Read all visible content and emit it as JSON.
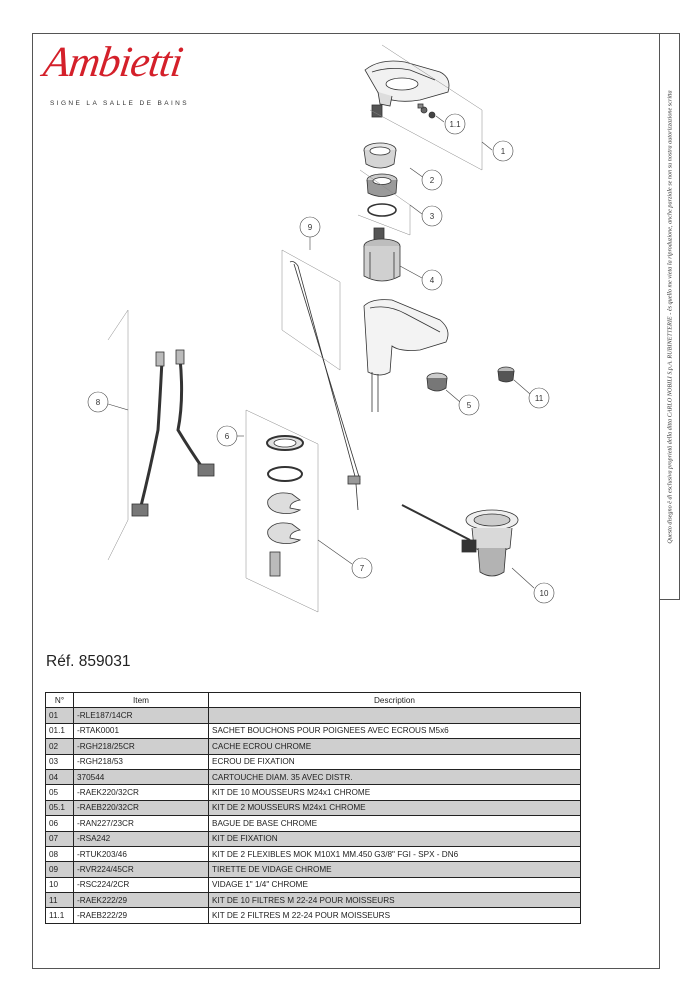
{
  "brand": {
    "name": "Ambietti",
    "tagline": "SIGNE LA SALLE DE BAINS",
    "color": "#d4202a"
  },
  "side_notice": "Questo disegno è di esclusiva proprietà della ditta CARLO NOBILI S.p.A. RUBINETTERIE - ès quello me vieta la riproduzione, anche parziale se non su nostra autorizzazione scritta",
  "reference": "Réf. 859031",
  "callouts": [
    "1",
    "1.1",
    "2",
    "3",
    "4",
    "5",
    "6",
    "7",
    "8",
    "9",
    "10",
    "11"
  ],
  "table": {
    "headers": [
      "N°",
      "Item",
      "Description"
    ],
    "rows": [
      {
        "n": "01",
        "item": "-RLE187/14CR",
        "desc": "",
        "shade": true
      },
      {
        "n": "01.1",
        "item": "-RTAK0001",
        "desc": "SACHET BOUCHONS POUR POIGNEES AVEC ECROUS M5x6",
        "shade": false
      },
      {
        "n": "02",
        "item": "-RGH218/25CR",
        "desc": "CACHE ECROU CHROME",
        "shade": true
      },
      {
        "n": "03",
        "item": "-RGH218/53",
        "desc": "ECROU DE  FIXATION",
        "shade": false
      },
      {
        "n": "04",
        "item": "370544",
        "desc": "CARTOUCHE DIAM. 35 AVEC DISTR.",
        "shade": true
      },
      {
        "n": "05",
        "item": "-RAEK220/32CR",
        "desc": "KIT DE 10 MOUSSEURS M24x1 CHROME",
        "shade": false
      },
      {
        "n": "05.1",
        "item": "-RAEB220/32CR",
        "desc": "KIT DE 2 MOUSSEURS M24x1 CHROME",
        "shade": true
      },
      {
        "n": "06",
        "item": "-RAN227/23CR",
        "desc": "BAGUE DE BASE CHROME",
        "shade": false
      },
      {
        "n": "07",
        "item": "-RSA242",
        "desc": "KIT DE FIXATION",
        "shade": true
      },
      {
        "n": "08",
        "item": "-RTUK203/46",
        "desc": "KIT DE 2  FLEXIBLES MOK M10X1 MM.450 G3/8\" FGI - SPX - DN6",
        "shade": false
      },
      {
        "n": "09",
        "item": "-RVR224/45CR",
        "desc": "TIRETTE DE VIDAGE CHROME",
        "shade": true
      },
      {
        "n": "10",
        "item": "-RSC224/2CR",
        "desc": "VIDAGE 1\" 1/4\"  CHROME",
        "shade": false
      },
      {
        "n": "11",
        "item": "-RAEK222/29",
        "desc": "KIT DE 10  FILTRES  M 22-24 POUR MOISSEURS",
        "shade": true
      },
      {
        "n": "11.1",
        "item": "-RAEB222/29",
        "desc": "KIT DE 2 FILTRES  M 22-24 POUR MOISSEURS",
        "shade": false
      }
    ]
  }
}
